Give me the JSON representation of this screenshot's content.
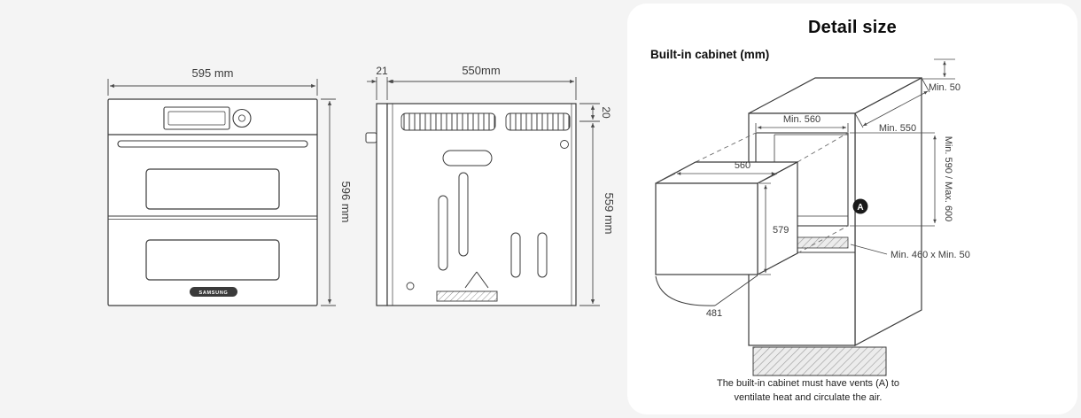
{
  "colors": {
    "background": "#f4f4f4",
    "card": "#ffffff",
    "line": "#3b3b3b",
    "dim_line": "#4a4a4a",
    "marker_badge": "#1a1a1a"
  },
  "front_view": {
    "width_label": "595 mm",
    "height_label": "596 mm",
    "brand": "SAMSUNG"
  },
  "side_view": {
    "door_depth_label": "21",
    "depth_label": "550mm",
    "top_gap_label": "20",
    "height_label": "559 mm"
  },
  "detail_panel": {
    "title": "Detail size",
    "subtitle": "Built-in cabinet (mm)",
    "dims": {
      "top_clearance": "Min. 50",
      "niche_width": "Min. 560",
      "niche_depth": "Min. 550",
      "niche_height": "Min. 590 / Max. 600",
      "oven_width": "560",
      "oven_height": "579",
      "door_open": "481",
      "vent_size": "Min. 460 x Min. 50",
      "vent_marker": "A"
    },
    "note_line1": "The built-in cabinet must have vents (A) to",
    "note_line2": "ventilate heat and circulate the air."
  }
}
